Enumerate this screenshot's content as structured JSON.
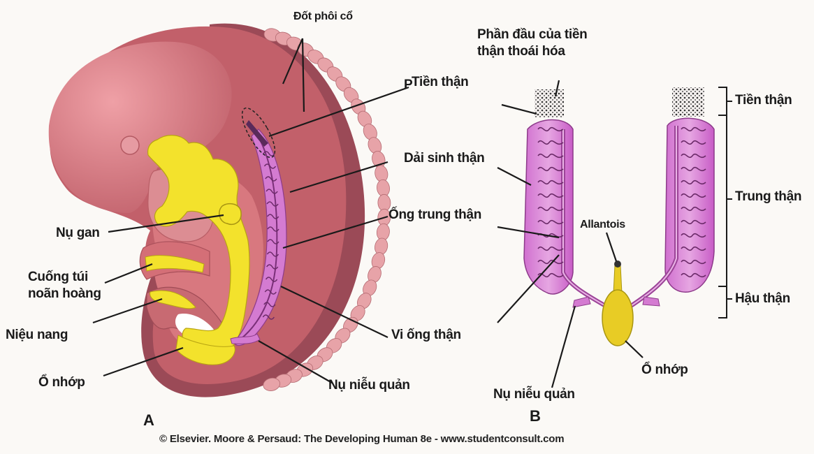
{
  "labels_left": {
    "dot_phoi_co": "Đốt phôi cổ",
    "p_marker": "P",
    "tien_than": "Tiền thận",
    "dai_sinh_than": "Dải sinh thận",
    "ong_trung_than": "Ống trung thận",
    "vi_ong_than": "Vi ống thận",
    "nu_nieu_quan": "Nụ niễu quản",
    "nu_gan": "Nụ gan",
    "cuong_tui_noan_hoang": "Cuống túi\nnoãn hoàng",
    "nieu_nang": "Niệu nang",
    "o_nhop": "Ổ nhớp",
    "panel_label": "A"
  },
  "labels_right": {
    "phan_dau": "Phần đầu của tiền\nthận thoái hóa",
    "tien_than": "Tiền thận",
    "trung_than": "Trung thận",
    "hau_than": "Hậu thận",
    "allantois": "Allantois",
    "o_nhop": "Ổ nhớp",
    "nu_nieu_quan": "Nụ niễu quản",
    "panel_label": "B"
  },
  "credit": "© Elsevier. Moore & Persaud: The Developing Human 8e - www.studentconsult.com",
  "colors": {
    "embryo_body": "#c2606a",
    "embryo_dark": "#9b4a57",
    "somite": "#e7a3a8",
    "endoderm_yellow": "#f3e22c",
    "kidney_magenta": "#c85cc6",
    "kidney_light": "#e6a6e2"
  }
}
